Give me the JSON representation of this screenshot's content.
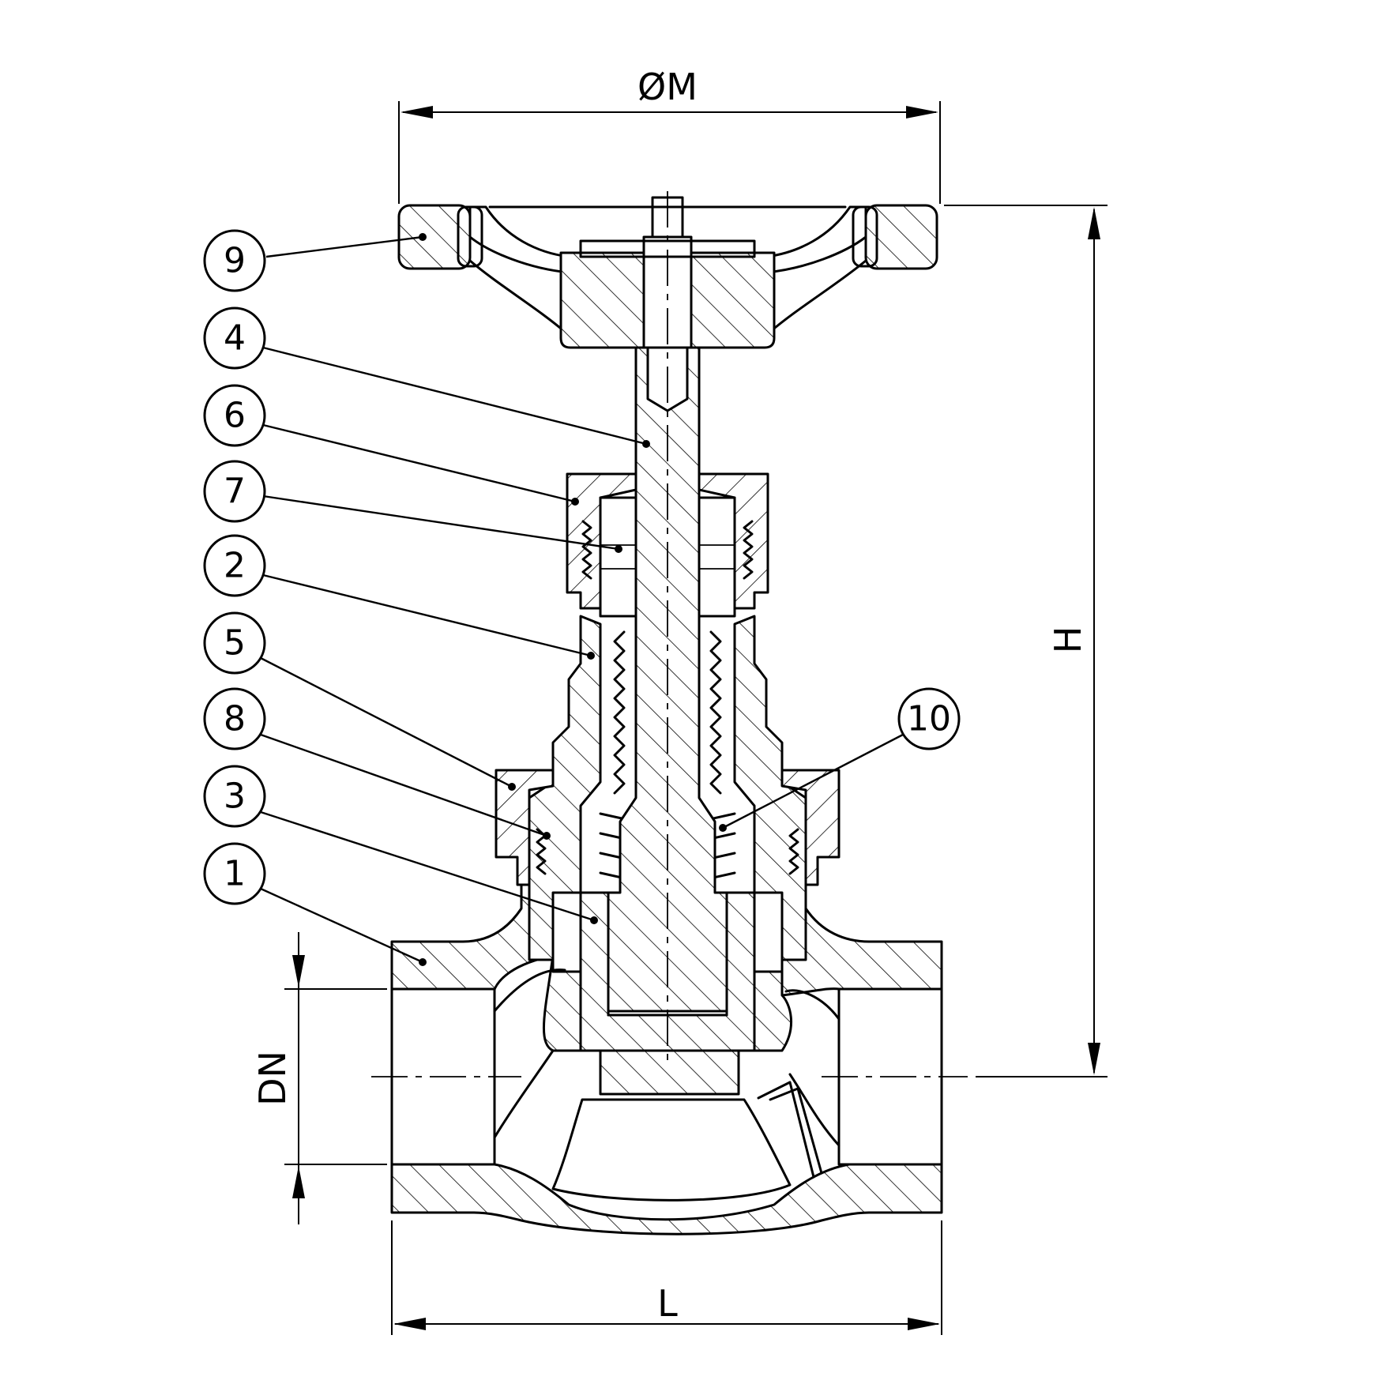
{
  "dimensions": {
    "handwheel_diameter": "ØM",
    "height": "H",
    "length": "L",
    "nominal_diameter": "DN"
  },
  "callouts": [
    "9",
    "4",
    "6",
    "7",
    "2",
    "5",
    "8",
    "3",
    "1",
    "10"
  ]
}
